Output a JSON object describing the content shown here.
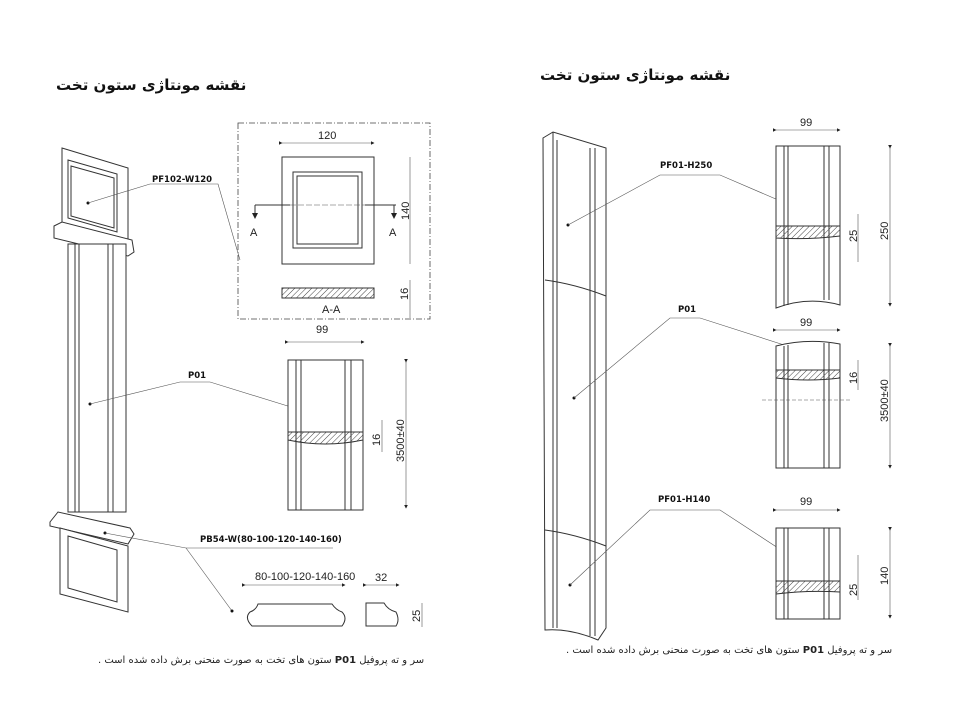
{
  "left": {
    "title": "نقشه مونتاژی ستون تخت",
    "labels": {
      "top_frame": "PF102-W120",
      "column": "P01",
      "base": "PB54-W(80-100-120-140-160)"
    },
    "dims": {
      "frame_width": "120",
      "frame_height": "140",
      "section_a": "A",
      "section_a2": "A",
      "section_thickness": "16",
      "section_name": "A-A",
      "col_width": "99",
      "col_cut": "16",
      "col_length": "3500±40",
      "base_widths": "80-100-120-140-160",
      "base_depth": "32",
      "base_height": "25"
    },
    "note": {
      "before": "سر و ته پروفیل",
      "bold": "P01",
      "after": "ستون های تخت به صورت منحنی برش داده شده است ."
    }
  },
  "right": {
    "title": "نقشه مونتاژی ستون تخت",
    "labels": {
      "top": "PF01-H250",
      "column": "P01",
      "bottom": "PF01-H140"
    },
    "dims": {
      "top_width": "99",
      "top_cut": "25",
      "top_height": "250",
      "col_width": "99",
      "col_cut": "16",
      "col_length": "3500±40",
      "bot_width": "99",
      "bot_cut": "25",
      "bot_height": "140"
    },
    "note": {
      "before": "سر و ته پروفیل",
      "bold": "P01",
      "after": "ستون های تخت به صورت منحنی برش داده شده است ."
    }
  }
}
